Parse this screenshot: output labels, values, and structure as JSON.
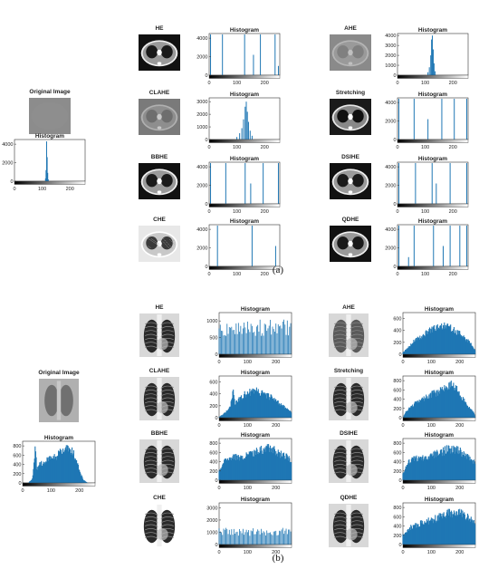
{
  "panels": {
    "a": {
      "label": "(a)",
      "image_kind": "ct",
      "items": [
        {
          "title": "Original Image",
          "image_variant": "original",
          "hist_title": "Histogram",
          "yticks": [
            0,
            2000,
            4000
          ],
          "ymax": 4500,
          "xticks": [
            0,
            100,
            200
          ],
          "spikes": [
            [
              112,
              300
            ],
            [
              114,
              1200
            ],
            [
              116,
              4300
            ],
            [
              118,
              2600
            ],
            [
              120,
              900
            ],
            [
              122,
              200
            ]
          ]
        },
        {
          "title": "HE",
          "image_variant": "he",
          "hist_title": "Histogram",
          "yticks": [
            0,
            2000,
            4000
          ],
          "ymax": 4500,
          "xticks": [
            0,
            100,
            200
          ],
          "spikes": [
            [
              5,
              4400
            ],
            [
              48,
              4400
            ],
            [
              128,
              4400
            ],
            [
              160,
              2200
            ],
            [
              185,
              4400
            ],
            [
              238,
              4400
            ],
            [
              250,
              1000
            ]
          ]
        },
        {
          "title": "AHE",
          "image_variant": "ahe",
          "hist_title": "Histogram",
          "yticks": [
            0,
            1000,
            2000,
            3000,
            4000
          ],
          "ymax": 4200,
          "xticks": [
            0,
            100,
            200
          ],
          "spikes": [
            [
              110,
              300
            ],
            [
              115,
              800
            ],
            [
              120,
              2000
            ],
            [
              123,
              3600
            ],
            [
              126,
              4000
            ],
            [
              129,
              2600
            ],
            [
              132,
              1200
            ],
            [
              136,
              400
            ]
          ]
        },
        {
          "title": "CLAHE",
          "image_variant": "clahe",
          "hist_title": "Histogram",
          "yticks": [
            0,
            1000,
            2000,
            3000
          ],
          "ymax": 3300,
          "xticks": [
            0,
            100,
            200
          ],
          "spikes": [
            [
              100,
              200
            ],
            [
              110,
              500
            ],
            [
              118,
              900
            ],
            [
              124,
              1600
            ],
            [
              130,
              2600
            ],
            [
              134,
              3000
            ],
            [
              138,
              2200
            ],
            [
              142,
              1400
            ],
            [
              148,
              700
            ],
            [
              155,
              300
            ]
          ]
        },
        {
          "title": "Stretching",
          "image_variant": "stretch",
          "hist_title": "Histogram",
          "yticks": [
            0,
            2000,
            4000
          ],
          "ymax": 4500,
          "xticks": [
            0,
            100,
            200
          ],
          "spikes": [
            [
              5,
              4400
            ],
            [
              60,
              4400
            ],
            [
              110,
              2200
            ],
            [
              160,
              4400
            ],
            [
              205,
              4400
            ],
            [
              250,
              4400
            ]
          ]
        },
        {
          "title": "BBHE",
          "image_variant": "he",
          "hist_title": "Histogram",
          "yticks": [
            0,
            2000,
            4000
          ],
          "ymax": 4500,
          "xticks": [
            0,
            100,
            200
          ],
          "spikes": [
            [
              5,
              4400
            ],
            [
              60,
              4400
            ],
            [
              130,
              4400
            ],
            [
              150,
              2200
            ],
            [
              195,
              4400
            ],
            [
              250,
              4400
            ]
          ]
        },
        {
          "title": "DSIHE",
          "image_variant": "he",
          "hist_title": "Histogram",
          "yticks": [
            0,
            2000,
            4000
          ],
          "ymax": 4500,
          "xticks": [
            0,
            100,
            200
          ],
          "spikes": [
            [
              5,
              4400
            ],
            [
              65,
              4400
            ],
            [
              125,
              4400
            ],
            [
              140,
              2200
            ],
            [
              190,
              4400
            ],
            [
              250,
              4400
            ]
          ]
        },
        {
          "title": "CHE",
          "image_variant": "che",
          "hist_title": "Histogram",
          "yticks": [
            0,
            2000,
            4000
          ],
          "ymax": 4500,
          "xticks": [
            0,
            100,
            200
          ],
          "spikes": [
            [
              30,
              4400
            ],
            [
              155,
              4400
            ],
            [
              240,
              2200
            ]
          ]
        },
        {
          "title": "QDHE",
          "image_variant": "he",
          "hist_title": "Histogram",
          "yticks": [
            0,
            2000,
            4000
          ],
          "ymax": 4500,
          "xticks": [
            0,
            100,
            200
          ],
          "spikes": [
            [
              5,
              4400
            ],
            [
              40,
              1000
            ],
            [
              60,
              4400
            ],
            [
              130,
              4400
            ],
            [
              165,
              2200
            ],
            [
              190,
              4400
            ],
            [
              225,
              4400
            ],
            [
              250,
              4400
            ]
          ]
        }
      ]
    },
    "b": {
      "label": "(b)",
      "image_kind": "xray",
      "items": [
        {
          "title": "Original Image",
          "image_variant": "original",
          "hist_title": "Histogram",
          "yticks": [
            0,
            200,
            400,
            600,
            800
          ],
          "ymax": 900,
          "xticks": [
            0,
            100,
            200
          ],
          "profile": [
            [
              0,
              0
            ],
            [
              20,
              0
            ],
            [
              35,
              100
            ],
            [
              45,
              850
            ],
            [
              50,
              300
            ],
            [
              60,
              400
            ],
            [
              80,
              480
            ],
            [
              100,
              560
            ],
            [
              120,
              600
            ],
            [
              140,
              700
            ],
            [
              160,
              760
            ],
            [
              175,
              700
            ],
            [
              190,
              500
            ],
            [
              200,
              250
            ],
            [
              215,
              60
            ],
            [
              230,
              0
            ],
            [
              255,
              0
            ]
          ]
        },
        {
          "title": "HE",
          "image_variant": "he",
          "hist_title": "Histogram",
          "yticks": [
            0,
            500,
            1000
          ],
          "ymax": 1250,
          "xticks": [
            0,
            100,
            200
          ],
          "uniform": 1000
        },
        {
          "title": "AHE",
          "image_variant": "ahe",
          "hist_title": "Histogram",
          "yticks": [
            0,
            200,
            400,
            600
          ],
          "ymax": 700,
          "xticks": [
            0,
            100,
            200
          ],
          "profile": [
            [
              0,
              30
            ],
            [
              20,
              120
            ],
            [
              40,
              230
            ],
            [
              60,
              300
            ],
            [
              80,
              360
            ],
            [
              100,
              430
            ],
            [
              120,
              480
            ],
            [
              140,
              500
            ],
            [
              160,
              470
            ],
            [
              180,
              420
            ],
            [
              200,
              360
            ],
            [
              220,
              280
            ],
            [
              240,
              170
            ],
            [
              255,
              60
            ]
          ]
        },
        {
          "title": "CLAHE",
          "image_variant": "clahe",
          "hist_title": "Histogram",
          "yticks": [
            0,
            200,
            400,
            600
          ],
          "ymax": 700,
          "xticks": [
            0,
            100,
            200
          ],
          "profile": [
            [
              0,
              10
            ],
            [
              20,
              80
            ],
            [
              40,
              200
            ],
            [
              50,
              520
            ],
            [
              55,
              250
            ],
            [
              70,
              320
            ],
            [
              90,
              400
            ],
            [
              110,
              440
            ],
            [
              130,
              470
            ],
            [
              150,
              440
            ],
            [
              170,
              390
            ],
            [
              190,
              330
            ],
            [
              210,
              260
            ],
            [
              230,
              180
            ],
            [
              255,
              90
            ]
          ]
        },
        {
          "title": "Stretching",
          "image_variant": "stretch",
          "hist_title": "Histogram",
          "yticks": [
            0,
            200,
            400,
            600,
            800
          ],
          "ymax": 900,
          "xticks": [
            0,
            100,
            200
          ],
          "profile": [
            [
              0,
              0
            ],
            [
              10,
              120
            ],
            [
              25,
              220
            ],
            [
              40,
              300
            ],
            [
              60,
              380
            ],
            [
              80,
              440
            ],
            [
              100,
              520
            ],
            [
              120,
              560
            ],
            [
              140,
              620
            ],
            [
              160,
              700
            ],
            [
              175,
              740
            ],
            [
              190,
              620
            ],
            [
              210,
              420
            ],
            [
              230,
              250
            ],
            [
              250,
              120
            ],
            [
              255,
              0
            ]
          ]
        },
        {
          "title": "BBHE",
          "image_variant": "he",
          "hist_title": "Histogram",
          "yticks": [
            0,
            200,
            400,
            600,
            800
          ],
          "ymax": 900,
          "xticks": [
            0,
            100,
            200
          ],
          "profile": [
            [
              0,
              200
            ],
            [
              20,
              450
            ],
            [
              40,
              480
            ],
            [
              60,
              520
            ],
            [
              80,
              500
            ],
            [
              100,
              560
            ],
            [
              120,
              600
            ],
            [
              140,
              650
            ],
            [
              160,
              700
            ],
            [
              180,
              720
            ],
            [
              200,
              650
            ],
            [
              220,
              560
            ],
            [
              240,
              520
            ],
            [
              255,
              400
            ]
          ]
        },
        {
          "title": "DSIHE",
          "image_variant": "he",
          "hist_title": "Histogram",
          "yticks": [
            0,
            200,
            400,
            600,
            800
          ],
          "ymax": 900,
          "xticks": [
            0,
            100,
            200
          ],
          "profile": [
            [
              0,
              150
            ],
            [
              20,
              420
            ],
            [
              40,
              470
            ],
            [
              60,
              510
            ],
            [
              80,
              500
            ],
            [
              100,
              550
            ],
            [
              120,
              600
            ],
            [
              140,
              640
            ],
            [
              160,
              690
            ],
            [
              180,
              700
            ],
            [
              200,
              640
            ],
            [
              220,
              560
            ],
            [
              240,
              500
            ],
            [
              255,
              380
            ]
          ]
        },
        {
          "title": "CHE",
          "image_variant": "che",
          "hist_title": "Histogram",
          "yticks": [
            0,
            1000,
            2000,
            3000
          ],
          "ymax": 3400,
          "xticks": [
            0,
            100,
            200
          ],
          "uniform": 1300
        },
        {
          "title": "QDHE",
          "image_variant": "he",
          "hist_title": "Histogram",
          "yticks": [
            0,
            200,
            400,
            600,
            800
          ],
          "ymax": 900,
          "xticks": [
            0,
            100,
            200
          ],
          "profile": [
            [
              0,
              200
            ],
            [
              20,
              360
            ],
            [
              40,
              420
            ],
            [
              60,
              470
            ],
            [
              80,
              500
            ],
            [
              100,
              540
            ],
            [
              120,
              590
            ],
            [
              140,
              640
            ],
            [
              160,
              690
            ],
            [
              180,
              720
            ],
            [
              200,
              700
            ],
            [
              220,
              620
            ],
            [
              240,
              560
            ],
            [
              255,
              450
            ]
          ]
        }
      ]
    }
  },
  "colors": {
    "bar": "#1f77b4",
    "axis": "#333333",
    "text": "#222222"
  }
}
